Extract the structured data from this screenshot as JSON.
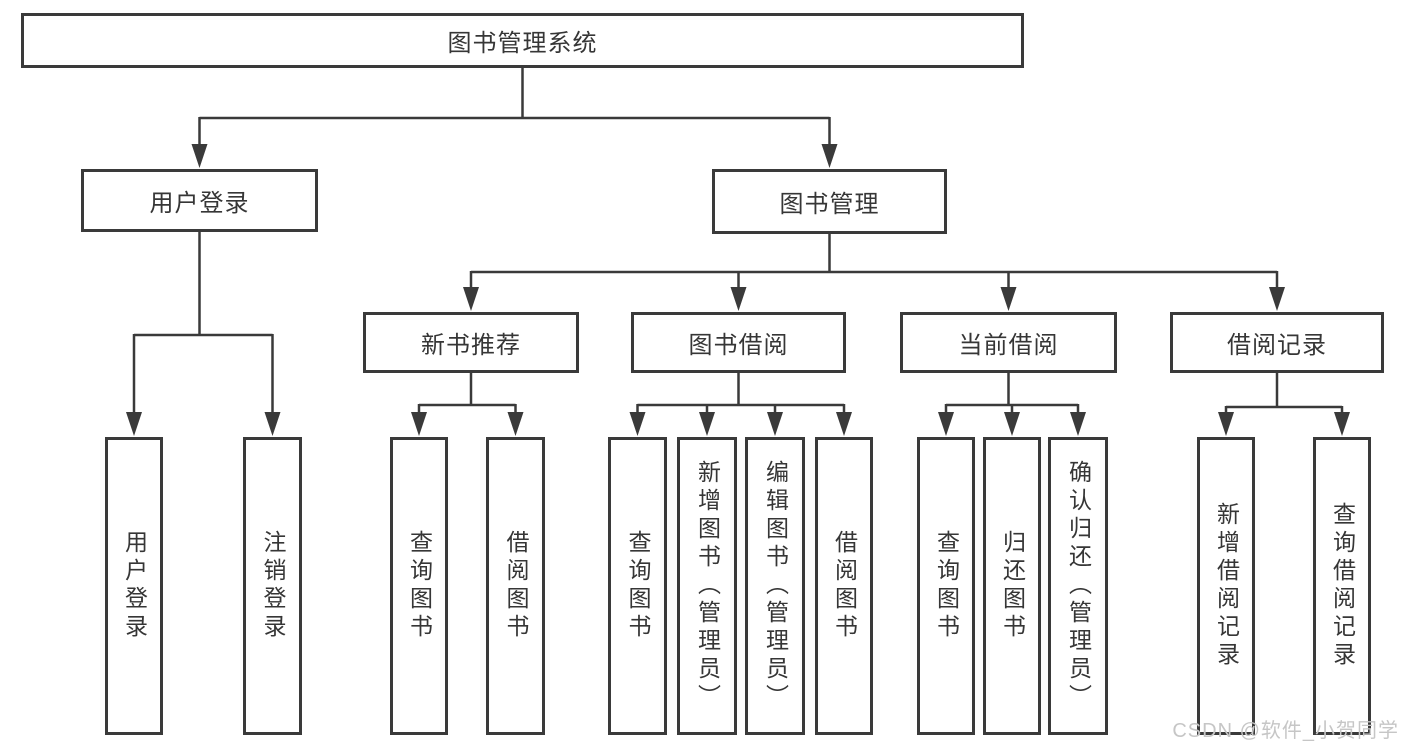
{
  "tree": {
    "root": "图书管理系统",
    "children": [
      {
        "label": "用户登录",
        "children": [
          "用户登录",
          "注销登录"
        ]
      },
      {
        "label": "图书管理",
        "children": [
          {
            "label": "新书推荐",
            "children": [
              "查询图书",
              "借阅图书"
            ]
          },
          {
            "label": "图书借阅",
            "children": [
              "查询图书",
              "新增图书（管理员）",
              "编辑图书（管理员）",
              "借阅图书"
            ]
          },
          {
            "label": "当前借阅",
            "children": [
              "查询图书",
              "归还图书",
              "确认归还（管理员）"
            ]
          },
          {
            "label": "借阅记录",
            "children": [
              "新增借阅记录",
              "查询借阅记录"
            ]
          }
        ]
      }
    ]
  },
  "watermark": "CSDN @软件_小贺同学",
  "colors": {
    "line": "#3a3a3a",
    "text": "#363636",
    "watermark": "#c6c6c6",
    "background": "#ffffff"
  }
}
